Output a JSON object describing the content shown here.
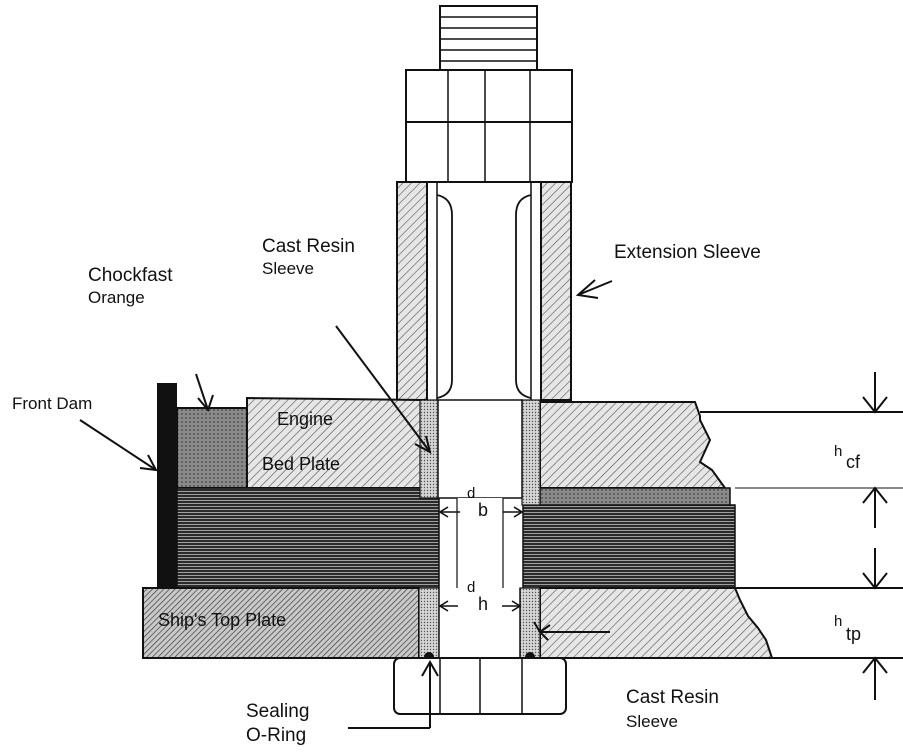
{
  "labels": {
    "chockfast": [
      "Chockfast",
      "Orange"
    ],
    "cast_resin_top": [
      "Cast Resin",
      "Sleeve"
    ],
    "extension_sleeve": "Extension Sleeve",
    "front_dam": "Front Dam",
    "engine_bed_plate": [
      "Engine",
      "Bed Plate"
    ],
    "ships_top_plate": "Ship's Top Plate",
    "sealing_oring": [
      "Sealing",
      "O-Ring"
    ],
    "cast_resin_bottom": [
      "Cast Resin",
      "Sleeve"
    ]
  },
  "dimensions": {
    "h_cf": {
      "base": "h",
      "sub": "cf"
    },
    "h_tp": {
      "base": "h",
      "sub": "tp"
    },
    "d_b": {
      "base": "d",
      "sub": "b"
    },
    "d_h": {
      "base": "d",
      "sub": "h"
    }
  }
}
